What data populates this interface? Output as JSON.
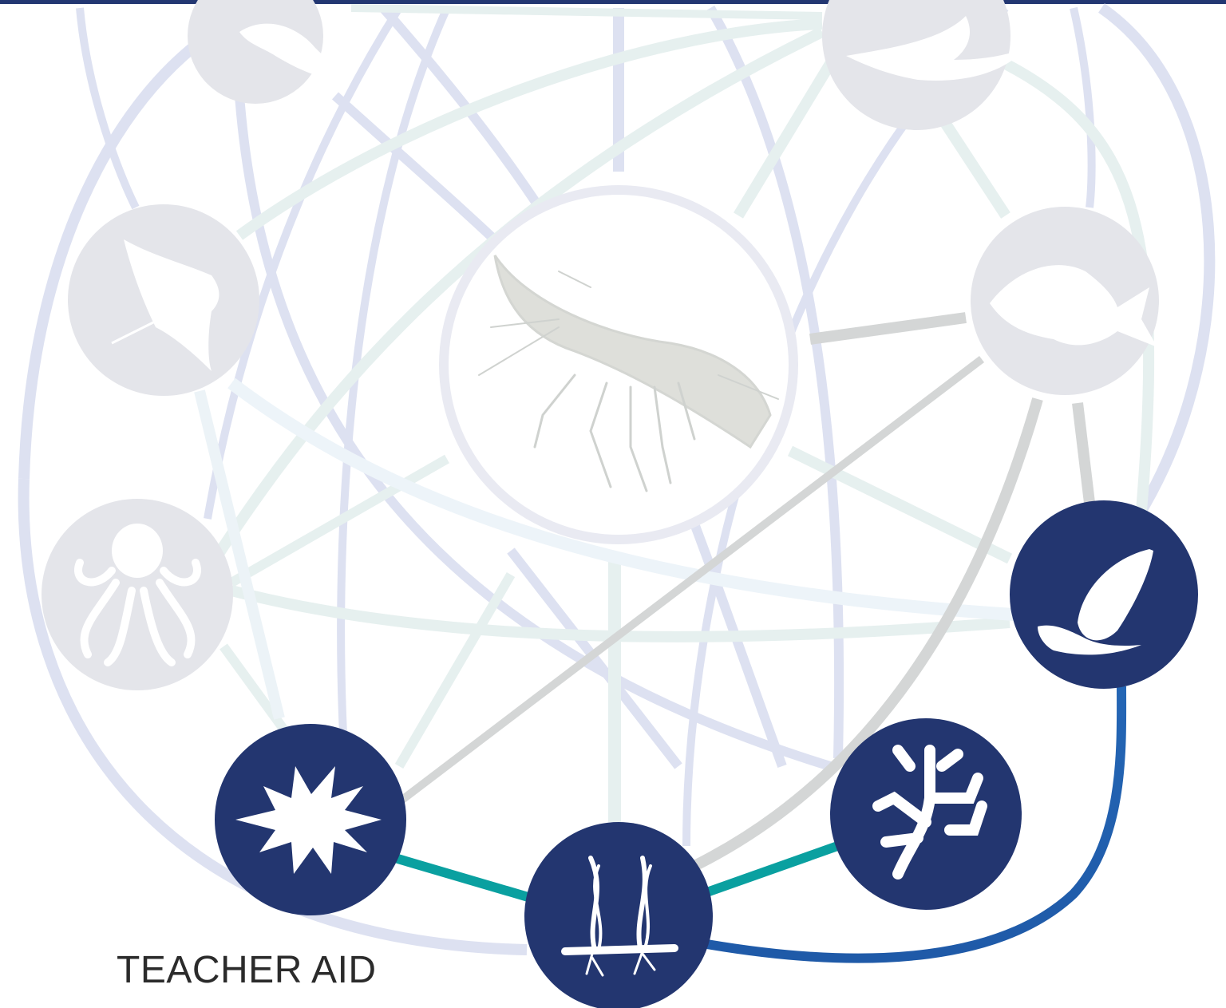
{
  "caption": "TEACHER AID",
  "colors": {
    "dark_node": "#233670",
    "faded_node": "#e4e5ea",
    "center_ring": "#e8e9f1",
    "link_lavender": "#dde1f1",
    "link_mint": "#e6f0ef",
    "link_gray": "#d4d6d6",
    "link_teal": "#0aa0a0",
    "link_blue": "#1f63b1",
    "top_bar": "#233772"
  },
  "nodes": [
    {
      "id": "lobster",
      "icon": "spiny-lobster-icon",
      "style": "center"
    },
    {
      "id": "turtle",
      "icon": "sea-turtle-icon",
      "style": "faded"
    },
    {
      "id": "dolphin",
      "icon": "dolphin-icon",
      "style": "faded"
    },
    {
      "id": "ray",
      "icon": "manta-ray-icon",
      "style": "faded"
    },
    {
      "id": "fish",
      "icon": "fish-icon",
      "style": "faded"
    },
    {
      "id": "octopus",
      "icon": "octopus-icon",
      "style": "faded"
    },
    {
      "id": "snail",
      "icon": "sea-snail-icon",
      "style": "dark"
    },
    {
      "id": "urchin",
      "icon": "sea-urchin-icon",
      "style": "dark"
    },
    {
      "id": "coral",
      "icon": "coral-icon",
      "style": "dark"
    },
    {
      "id": "seagrass",
      "icon": "seagrass-icon",
      "style": "dark"
    }
  ],
  "highlighted_links": [
    {
      "from": "urchin",
      "to": "seagrass",
      "color": "teal"
    },
    {
      "from": "seagrass",
      "to": "coral",
      "color": "teal"
    },
    {
      "from": "seagrass",
      "to": "snail",
      "color": "blue"
    }
  ]
}
